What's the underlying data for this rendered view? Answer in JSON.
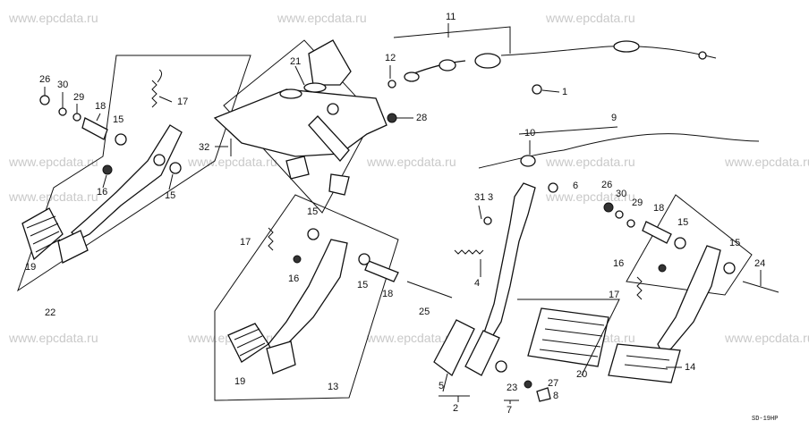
{
  "watermark": "www.epcdata.ru",
  "diagram_code": "SD-19HP",
  "callouts": [
    "1",
    "2",
    "3",
    "4",
    "5",
    "6",
    "7",
    "8",
    "9",
    "10",
    "11",
    "12",
    "13",
    "14",
    "15",
    "16",
    "17",
    "18",
    "19",
    "20",
    "21",
    "22",
    "23",
    "24",
    "25",
    "26",
    "27",
    "28",
    "29",
    "30",
    "31",
    "32"
  ],
  "left_assembly": {
    "labels": [
      "26",
      "30",
      "29",
      "18",
      "15",
      "17",
      "16",
      "15",
      "19",
      "22"
    ]
  },
  "mid_assembly": {
    "labels": [
      "21",
      "28",
      "32",
      "15",
      "17",
      "16",
      "15",
      "18",
      "25",
      "19",
      "13"
    ]
  },
  "right_assembly": {
    "labels": [
      "11",
      "12",
      "1",
      "9",
      "10",
      "6",
      "31",
      "3",
      "4",
      "5",
      "2",
      "23",
      "27",
      "8",
      "7",
      "20",
      "26",
      "30",
      "29",
      "18",
      "15",
      "15",
      "24",
      "16",
      "17",
      "14"
    ]
  }
}
